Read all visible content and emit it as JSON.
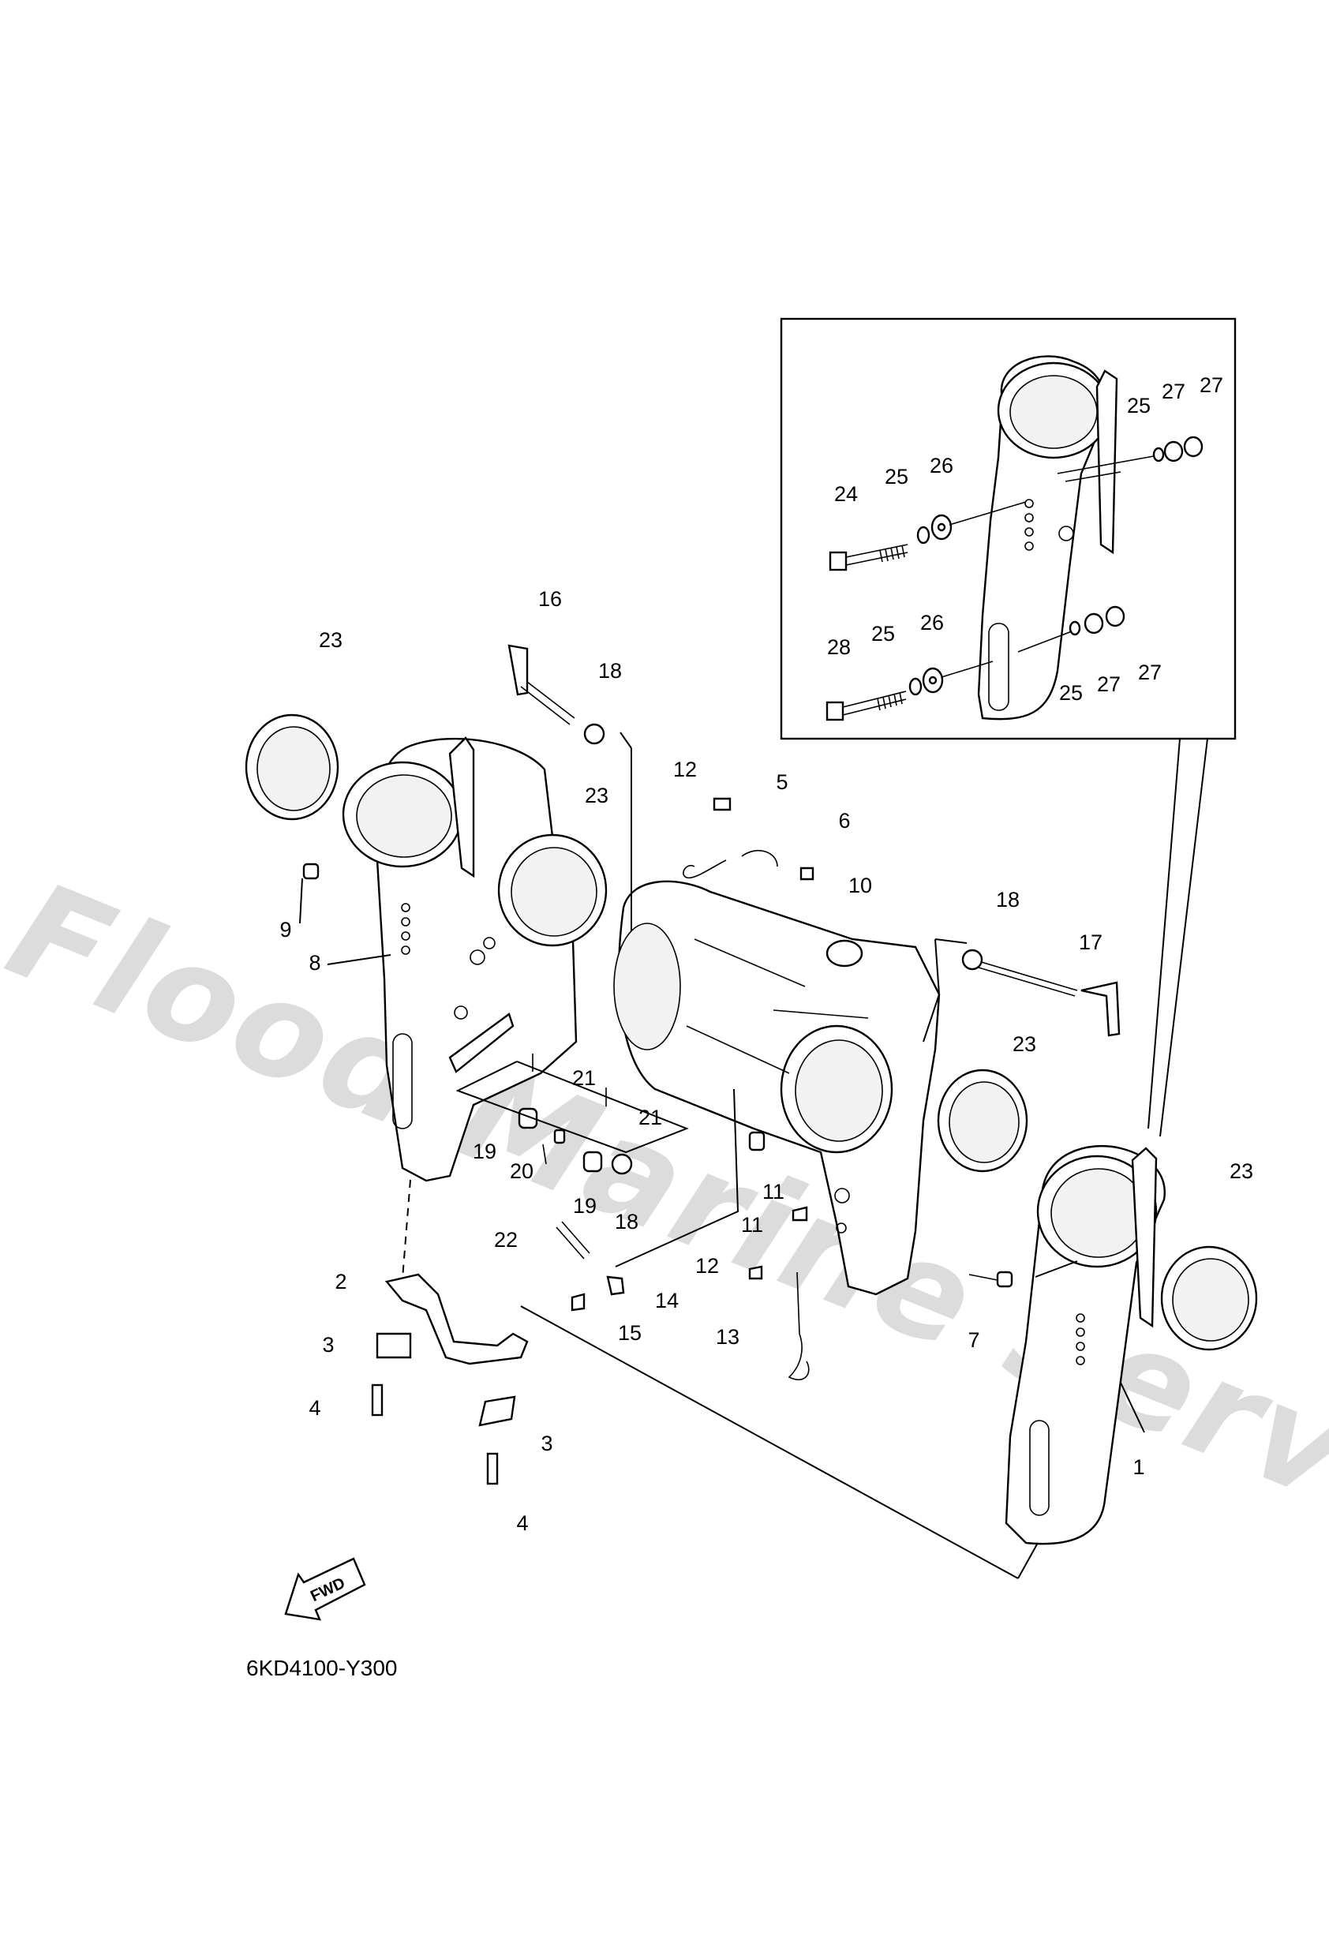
{
  "watermark": "Flood Marine Services",
  "diagram_code": "6KD4100-Y300",
  "fwd_label": "FWD",
  "labels": {
    "p1": "1",
    "p2": "2",
    "p3a": "3",
    "p3b": "3",
    "p4a": "4",
    "p4b": "4",
    "p5": "5",
    "p6": "6",
    "p7": "7",
    "p8": "8",
    "p9": "9",
    "p10": "10",
    "p11a": "11",
    "p11b": "11",
    "p12a": "12",
    "p12b": "12",
    "p13": "13",
    "p14": "14",
    "p15": "15",
    "p16": "16",
    "p17": "17",
    "p18a": "18",
    "p18b": "18",
    "p18c": "18",
    "p19a": "19",
    "p19b": "19",
    "p20": "20",
    "p21a": "21",
    "p21b": "21",
    "p22": "22",
    "p23a": "23",
    "p23b": "23",
    "p23c": "23",
    "p23d": "23",
    "p24": "24",
    "p25a": "25",
    "p25b": "25",
    "p25c": "25",
    "p25d": "25",
    "p26a": "26",
    "p26b": "26",
    "p27a": "27",
    "p27b": "27",
    "p27c": "27",
    "p27d": "27",
    "p28": "28"
  }
}
